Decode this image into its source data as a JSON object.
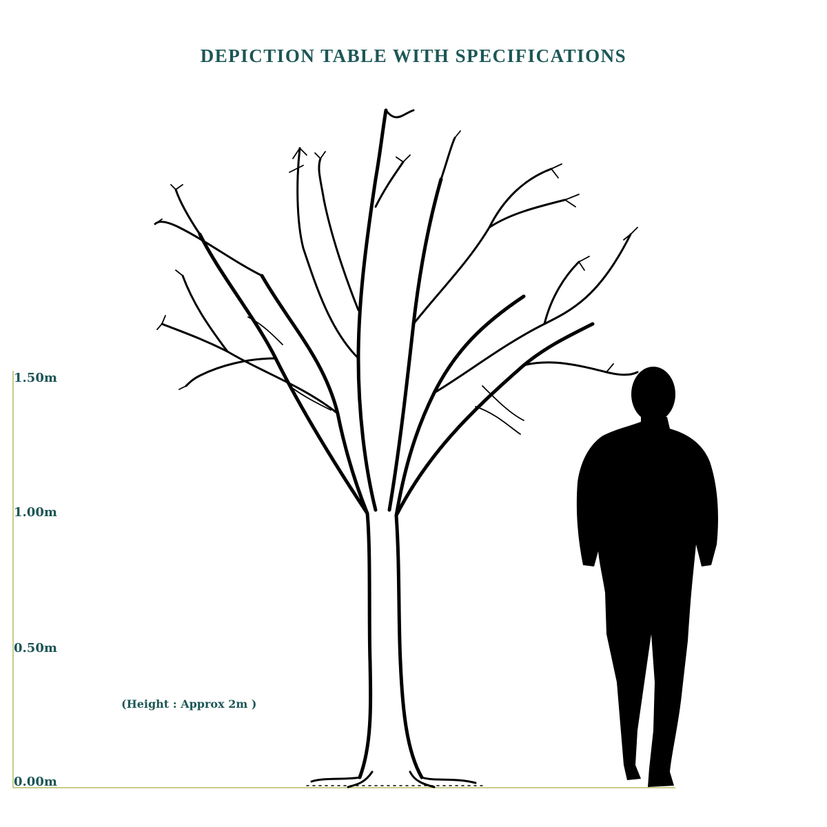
{
  "title": "DEPICTION TABLE WITH SPECIFICATIONS",
  "scale": {
    "ticks": [
      "1.50m",
      "1.00m",
      "0.50m",
      "0.00m"
    ]
  },
  "note": "(Height : Approx 2m )",
  "colors": {
    "text": "#1d5656",
    "axis": "#c7cc8a",
    "ink": "#000000"
  },
  "figures": {
    "tree": "bare-tree-illustration",
    "person": "standing-man-silhouette"
  }
}
